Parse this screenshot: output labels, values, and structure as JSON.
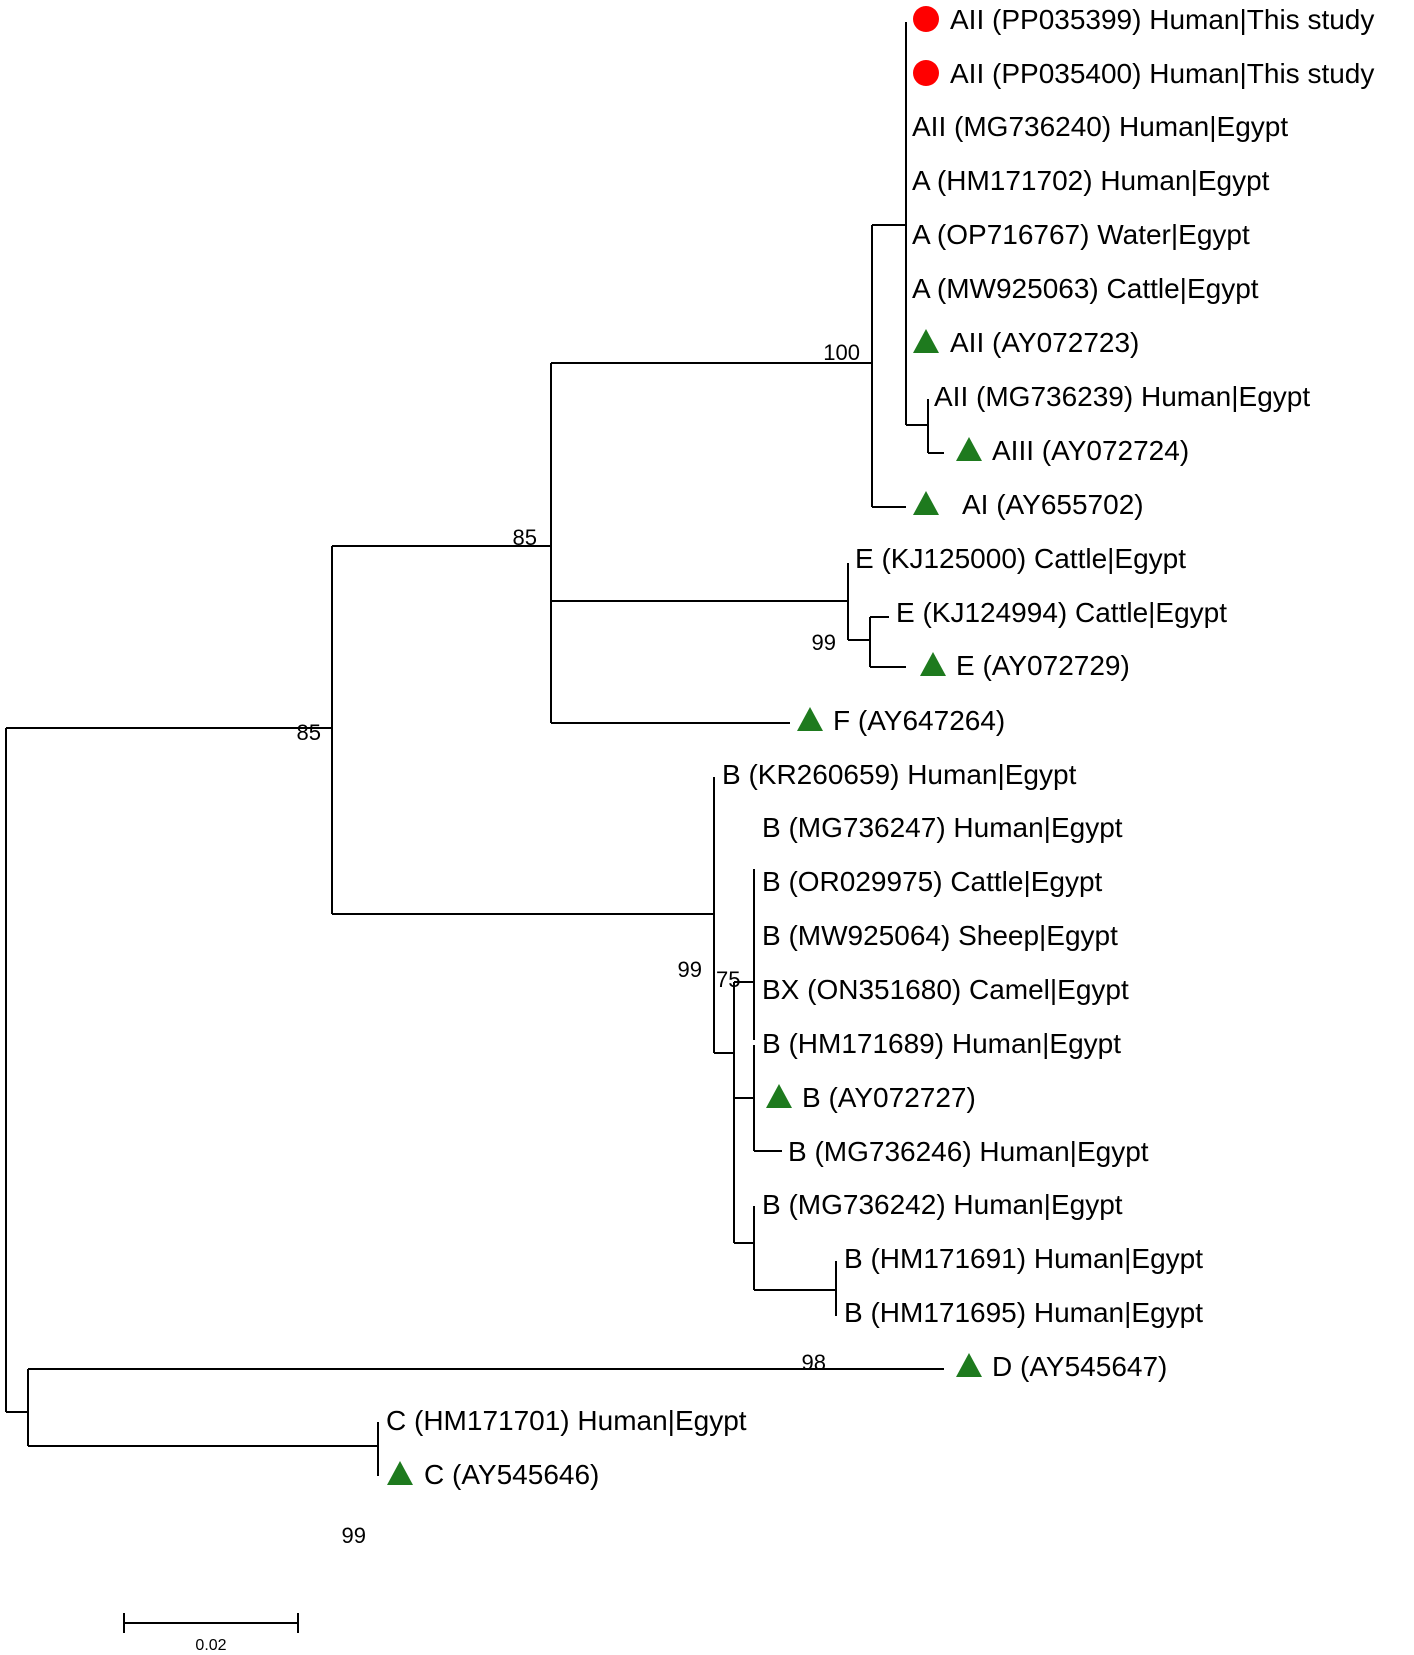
{
  "colors": {
    "branch": "#000000",
    "circle_marker": "#ff0000",
    "triangle_marker": "#1e7a1e"
  },
  "marker_legend": {
    "circle": "red-circle",
    "triangle": "green-triangle"
  },
  "leaves": [
    {
      "id": "l1",
      "label": "AII (PP035399) Human|This study",
      "marker": "circle"
    },
    {
      "id": "l2",
      "label": "AII (PP035400) Human|This study",
      "marker": "circle"
    },
    {
      "id": "l3",
      "label": "AII (MG736240) Human|Egypt",
      "marker": ""
    },
    {
      "id": "l4",
      "label": "A (HM171702) Human|Egypt",
      "marker": ""
    },
    {
      "id": "l5",
      "label": "A (OP716767) Water|Egypt",
      "marker": ""
    },
    {
      "id": "l6",
      "label": "A (MW925063) Cattle|Egypt",
      "marker": ""
    },
    {
      "id": "l7",
      "label": "AII (AY072723)",
      "marker": "triangle"
    },
    {
      "id": "l8",
      "label": "AII (MG736239) Human|Egypt",
      "marker": ""
    },
    {
      "id": "l9",
      "label": "AIII (AY072724)",
      "marker": "triangle"
    },
    {
      "id": "l10",
      "label": "AI (AY655702)",
      "marker": "triangle"
    },
    {
      "id": "l11",
      "label": "E (KJ125000) Cattle|Egypt",
      "marker": ""
    },
    {
      "id": "l12",
      "label": "E (KJ124994) Cattle|Egypt",
      "marker": ""
    },
    {
      "id": "l13",
      "label": "E (AY072729)",
      "marker": "triangle"
    },
    {
      "id": "l14",
      "label": "F (AY647264)",
      "marker": "triangle"
    },
    {
      "id": "l15",
      "label": "B (KR260659) Human|Egypt",
      "marker": ""
    },
    {
      "id": "l16",
      "label": "B (MG736247) Human|Egypt",
      "marker": ""
    },
    {
      "id": "l17",
      "label": "B (OR029975) Cattle|Egypt",
      "marker": ""
    },
    {
      "id": "l18",
      "label": "B (MW925064) Sheep|Egypt",
      "marker": ""
    },
    {
      "id": "l19",
      "label": "BX (ON351680) Camel|Egypt",
      "marker": ""
    },
    {
      "id": "l20",
      "label": "B (HM171689) Human|Egypt",
      "marker": ""
    },
    {
      "id": "l21",
      "label": "B (AY072727)",
      "marker": "triangle"
    },
    {
      "id": "l22",
      "label": "B (MG736246) Human|Egypt",
      "marker": ""
    },
    {
      "id": "l23",
      "label": "B (MG736242) Human|Egypt",
      "marker": ""
    },
    {
      "id": "l24",
      "label": "B (HM171691) Human|Egypt",
      "marker": ""
    },
    {
      "id": "l25",
      "label": "B (HM171695) Human|Egypt",
      "marker": ""
    },
    {
      "id": "l26",
      "label": "D (AY545647)",
      "marker": "triangle"
    },
    {
      "id": "l27",
      "label": "C (HM171701) Human|Egypt",
      "marker": ""
    },
    {
      "id": "l28",
      "label": "C (AY545646)",
      "marker": "triangle"
    }
  ],
  "bootstrap": [
    {
      "id": "b100",
      "value": "100"
    },
    {
      "id": "b85a",
      "value": "85"
    },
    {
      "id": "b85b",
      "value": "85"
    },
    {
      "id": "b99e",
      "value": "99"
    },
    {
      "id": "b99b",
      "value": "99"
    },
    {
      "id": "b75",
      "value": "75"
    },
    {
      "id": "b98",
      "value": "98"
    },
    {
      "id": "b99c",
      "value": "99"
    }
  ],
  "scale_bar": {
    "label": "0.02"
  }
}
